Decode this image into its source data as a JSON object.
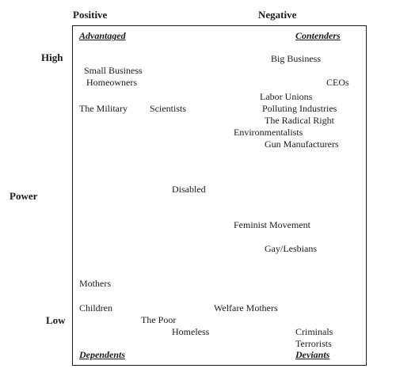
{
  "header": {
    "positive": "Positive",
    "negative": "Negative"
  },
  "axis": {
    "high": "High",
    "power": "Power",
    "low": "Low"
  },
  "quadrants": {
    "advantaged": "Advantaged",
    "contenders": "Contenders",
    "dependents": "Dependents",
    "deviants": "Deviants"
  },
  "groups": {
    "big_business": "Big Business",
    "small_business": "Small Business",
    "homeowners": "Homeowners",
    "ceos": "CEOs",
    "labor_unions": "Labor Unions",
    "the_military": "The Military",
    "scientists": "Scientists",
    "polluting_industries": "Polluting Industries",
    "the_radical_right": "The Radical Right",
    "environmentalists": "Environmentalists",
    "gun_manufacturers": "Gun Manufacturers",
    "disabled": "Disabled",
    "feminist_movement": "Feminist Movement",
    "gay_lesbians": "Gay/Lesbians",
    "mothers": "Mothers",
    "children": "Children",
    "welfare_mothers": "Welfare Mothers",
    "the_poor": "The Poor",
    "homeless": "Homeless",
    "criminals": "Criminals",
    "terrorists": "Terrorists"
  }
}
